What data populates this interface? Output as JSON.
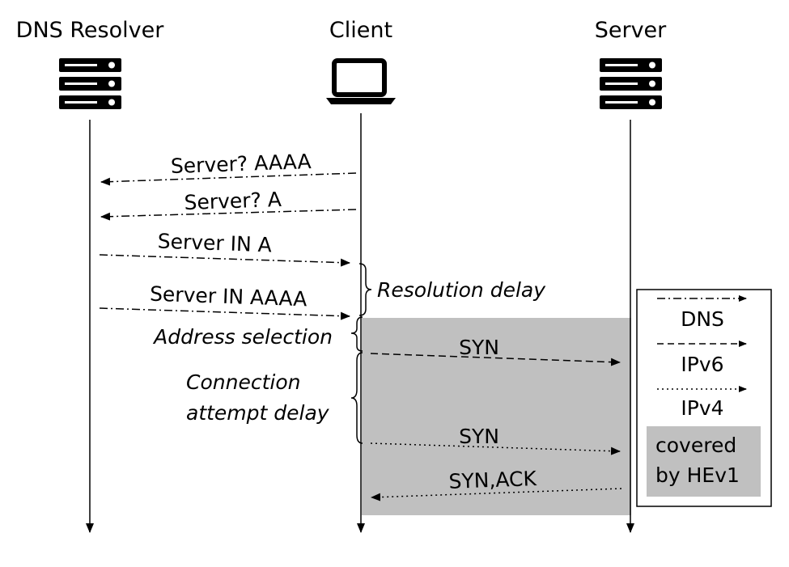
{
  "actors": {
    "resolver": {
      "label": "DNS Resolver",
      "icon": "server-rack-icon"
    },
    "client": {
      "label": "Client",
      "icon": "laptop-icon"
    },
    "server": {
      "label": "Server",
      "icon": "server-rack-icon"
    }
  },
  "messages": {
    "m1": "Server? AAAA",
    "m2": "Server? A",
    "m3": "Server IN A",
    "m4": "Server IN AAAA",
    "m5": "SYN",
    "m6": "SYN",
    "m7": "SYN,ACK"
  },
  "notes": {
    "resolution_delay": "Resolution delay",
    "address_selection": "Address selection",
    "connection_attempt_delay_line1": "Connection",
    "connection_attempt_delay_line2": "attempt delay"
  },
  "legend": {
    "dns": "DNS",
    "ipv6": "IPv6",
    "ipv4": "IPv4",
    "covered_line1": "covered",
    "covered_line2": "by HEv1"
  },
  "colors": {
    "shade": "#c0c0c0",
    "ink": "#000000"
  }
}
